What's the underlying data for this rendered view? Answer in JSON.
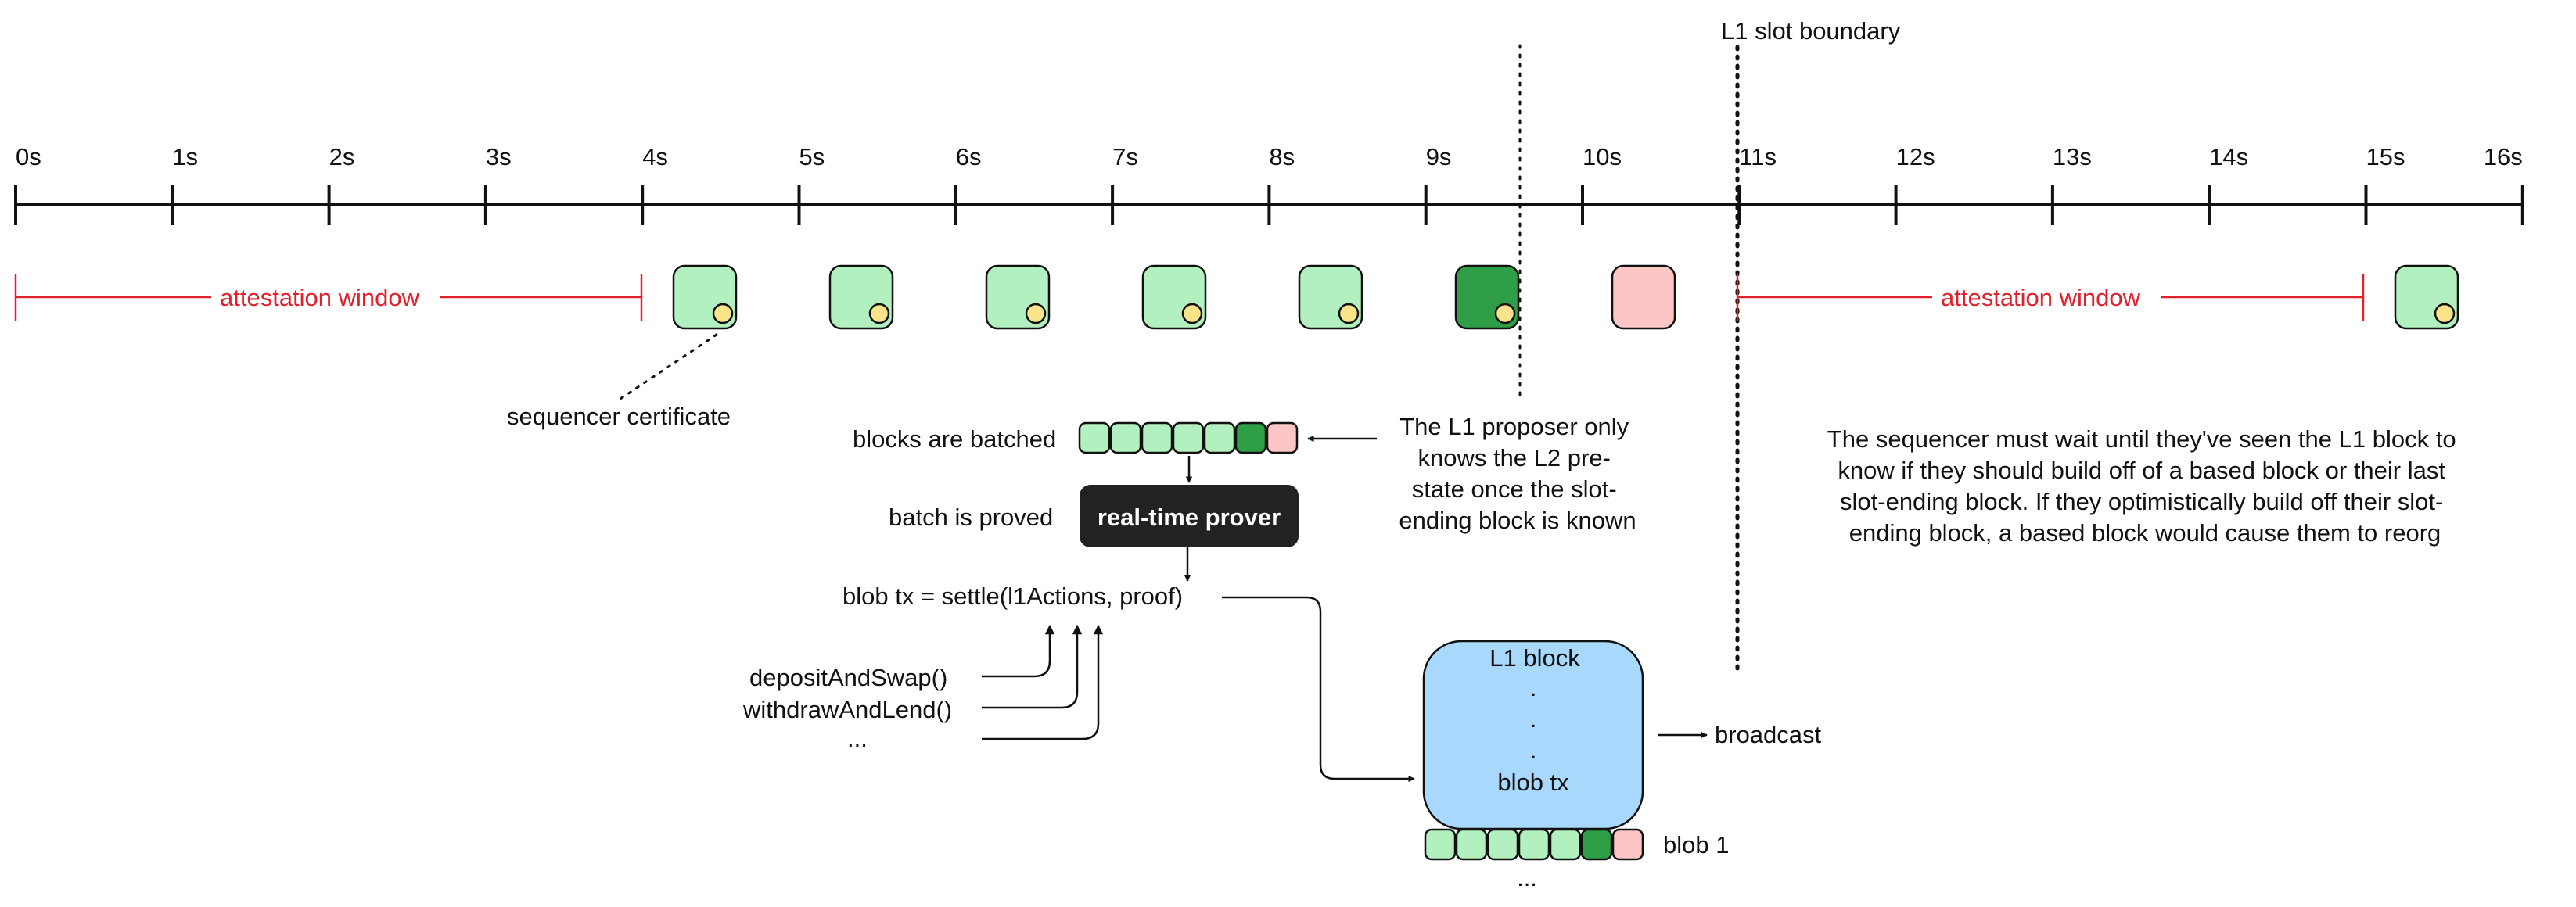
{
  "timeline": {
    "ticks": [
      "0s",
      "1s",
      "2s",
      "3s",
      "4s",
      "5s",
      "6s",
      "7s",
      "8s",
      "9s",
      "10s",
      "11s",
      "12s",
      "13s",
      "14s",
      "15s",
      "16s"
    ],
    "slot_boundary_label": "L1 slot boundary"
  },
  "attestation_window_label": "attestation window",
  "sequencer_certificate_label": "sequencer certificate",
  "timeline_blocks": [
    {
      "status": "pending"
    },
    {
      "status": "pending"
    },
    {
      "status": "pending"
    },
    {
      "status": "pending"
    },
    {
      "status": "pending"
    },
    {
      "status": "slot-ending"
    },
    {
      "status": "missed"
    },
    {
      "status": "pending"
    }
  ],
  "batch": {
    "blocks_batched_label": "blocks are batched",
    "batch_proved_label": "batch is proved",
    "prover_label": "real-time prover",
    "blob_tx_label": "blob tx = settle(l1Actions, proof)",
    "actions": [
      "depositAndSwap()",
      "withdrawAndLend()",
      "..."
    ],
    "batch_cells": [
      "light",
      "light",
      "light",
      "light",
      "light",
      "dark",
      "red"
    ]
  },
  "proposer_note": {
    "lines": [
      "The L1 proposer only",
      "knows the L2 pre-",
      "state once the slot-",
      "ending block is known"
    ]
  },
  "sequencer_note": {
    "lines": [
      "The sequencer must wait until they've seen the L1 block to",
      "know if they should build off of a based block or their last",
      "slot-ending block. If they optimistically build off their slot-",
      "ending block, a based block would cause them to reorg"
    ]
  },
  "l1_block": {
    "title": "L1 block",
    "dots": [
      ".",
      ".",
      "."
    ],
    "blob_tx": "blob tx",
    "broadcast_label": "broadcast",
    "blob_label": "blob 1",
    "ellipsis": "..."
  },
  "colors": {
    "light_green": "#b3f0bf",
    "dark_green": "#2e9e47",
    "light_red": "#fcc6c6",
    "yellow": "#fae48a",
    "blue": "#a8d8fc",
    "prover_bg": "#222222",
    "red_text": "#e0202a"
  }
}
